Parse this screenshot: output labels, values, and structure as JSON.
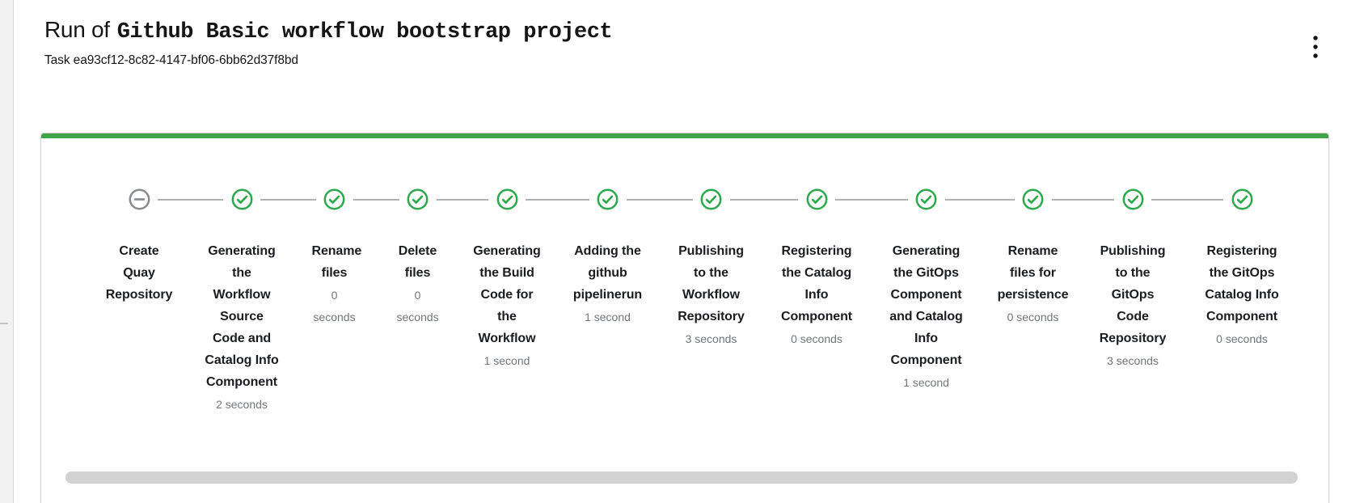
{
  "header": {
    "title_prefix": "Run of",
    "workflow_name": "Github Basic workflow bootstrap project",
    "task_label": "Task ea93cf12-8c82-4147-bf06-6bb62d37f8bd",
    "kebab_icon": "kebab-vertical-icon"
  },
  "stepper": {
    "steps": [
      {
        "label": "Create Quay Repository",
        "duration": "",
        "status": "skipped",
        "icon": "minus-circle-icon"
      },
      {
        "label": "Generating the Workflow Source Code and Catalog Info Component",
        "duration": "2 seconds",
        "status": "success",
        "icon": "check-circle-icon"
      },
      {
        "label": "Rename files",
        "duration": "0 seconds",
        "status": "success",
        "icon": "check-circle-icon"
      },
      {
        "label": "Delete files",
        "duration": "0 seconds",
        "status": "success",
        "icon": "check-circle-icon"
      },
      {
        "label": "Generating the Build Code for the Workflow",
        "duration": "1 second",
        "status": "success",
        "icon": "check-circle-icon"
      },
      {
        "label": "Adding the github pipelinerun",
        "duration": "1 second",
        "status": "success",
        "icon": "check-circle-icon"
      },
      {
        "label": "Publishing to the Workflow Repository",
        "duration": "3 seconds",
        "status": "success",
        "icon": "check-circle-icon"
      },
      {
        "label": "Registering the Catalog Info Component",
        "duration": "0 seconds",
        "status": "success",
        "icon": "check-circle-icon"
      },
      {
        "label": "Generating the GitOps Component and Catalog Info Component",
        "duration": "1 second",
        "status": "success",
        "icon": "check-circle-icon"
      },
      {
        "label": "Rename files for persistence",
        "duration": "0 seconds",
        "status": "success",
        "icon": "check-circle-icon"
      },
      {
        "label": "Publishing to the GitOps Code Repository",
        "duration": "3 seconds",
        "status": "success",
        "icon": "check-circle-icon"
      },
      {
        "label": "Registering the GitOps Catalog Info Component",
        "duration": "0 seconds",
        "status": "success",
        "icon": "check-circle-icon"
      }
    ]
  },
  "colors": {
    "success_green": "#2EA84C",
    "accent_green": "#3FA347",
    "skipped_gray": "#8A8D90",
    "connector_gray": "#AFB1B4",
    "scrollbar_gray": "#D2D2D2"
  }
}
